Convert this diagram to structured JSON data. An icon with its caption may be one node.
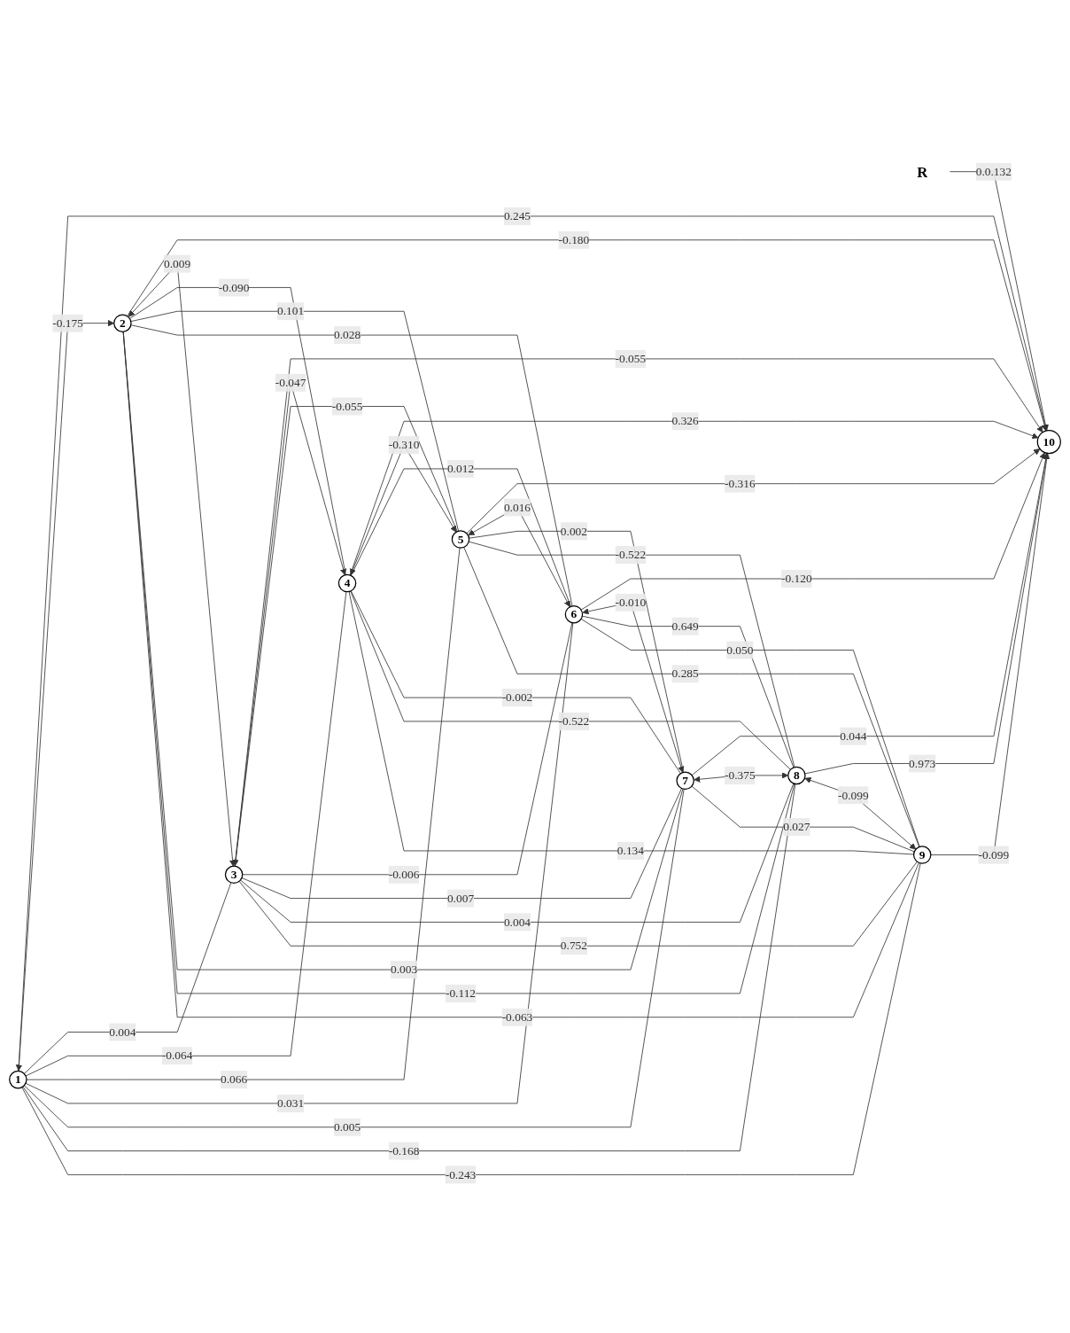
{
  "diagram": {
    "nodes": [
      {
        "text": [
          "10"
        ]
      },
      {
        "text": [
          "R"
        ]
      },
      {
        "text": [
          "1"
        ]
      },
      {
        "text": [
          "2"
        ]
      },
      {
        "text": [
          "3"
        ]
      },
      {
        "text": [
          "4"
        ]
      },
      {
        "text": [
          "5"
        ]
      },
      {
        "text": [
          "6"
        ]
      },
      {
        "text": [
          "7"
        ]
      },
      {
        "text": [
          "8"
        ]
      },
      {
        "text": [
          "9"
        ]
      }
    ],
    "edges": [
      {
        "from": 1,
        "to": 0,
        "arrow": "to",
        "label": "0.0.132"
      },
      {
        "from": 2,
        "to": 0,
        "arrow": "to",
        "label": "0.245"
      },
      {
        "from": 3,
        "to": 0,
        "arrow": "to",
        "label": "-0.180"
      },
      {
        "from": 4,
        "to": 0,
        "arrow": "to",
        "label": "-0.055"
      },
      {
        "from": 5,
        "to": 0,
        "arrow": "to",
        "label": "0.326"
      },
      {
        "from": 6,
        "to": 0,
        "arrow": "to",
        "label": "-0.316"
      },
      {
        "from": 7,
        "to": 0,
        "arrow": "to",
        "label": "-0.120"
      },
      {
        "from": 8,
        "to": 0,
        "arrow": "to",
        "label": "0.044"
      },
      {
        "from": 9,
        "to": 0,
        "arrow": "to",
        "label": "0.973"
      },
      {
        "from": 10,
        "to": 0,
        "arrow": "to",
        "label": "-0.099"
      },
      {
        "from": 2,
        "to": 3,
        "arrow": "both",
        "label": "-0.175"
      },
      {
        "from": 3,
        "to": 4,
        "arrow": "both",
        "label": "0.009"
      },
      {
        "from": 4,
        "to": 5,
        "arrow": "both",
        "label": "-0.047"
      },
      {
        "from": 5,
        "to": 6,
        "arrow": "both",
        "label": "-0.310"
      },
      {
        "from": 6,
        "to": 7,
        "arrow": "both",
        "label": "0.016"
      },
      {
        "from": 7,
        "to": 8,
        "arrow": "both",
        "label": "-0.010"
      },
      {
        "from": 8,
        "to": 9,
        "arrow": "both",
        "label": "-0.375"
      },
      {
        "from": 9,
        "to": 10,
        "arrow": "both",
        "label": "-0.099"
      },
      {
        "from": 2,
        "to": 4,
        "arrow": "none",
        "label": "0.004"
      },
      {
        "from": 3,
        "to": 5,
        "arrow": "none",
        "label": "-0.090"
      },
      {
        "from": 4,
        "to": 6,
        "arrow": "none",
        "label": "-0.055"
      },
      {
        "from": 5,
        "to": 7,
        "arrow": "none",
        "label": "0.012"
      },
      {
        "from": 6,
        "to": 8,
        "arrow": "none",
        "label": "0.002"
      },
      {
        "from": 7,
        "to": 9,
        "arrow": "none",
        "label": "0.649"
      },
      {
        "from": 8,
        "to": 10,
        "arrow": "none",
        "label": "0.027"
      },
      {
        "from": 2,
        "to": 5,
        "arrow": "none",
        "label": "-0.064"
      },
      {
        "from": 3,
        "to": 6,
        "arrow": "none",
        "label": "0.101"
      },
      {
        "from": 4,
        "to": 7,
        "arrow": "none",
        "label": "-0.006"
      },
      {
        "from": 5,
        "to": 8,
        "arrow": "none",
        "label": "-0.002"
      },
      {
        "from": 6,
        "to": 9,
        "arrow": "none",
        "label": "-0.522"
      },
      {
        "from": 7,
        "to": 10,
        "arrow": "none",
        "label": "0.050"
      },
      {
        "from": 2,
        "to": 6,
        "arrow": "none",
        "label": "0.066"
      },
      {
        "from": 3,
        "to": 7,
        "arrow": "none",
        "label": "0.028"
      },
      {
        "from": 4,
        "to": 8,
        "arrow": "none",
        "label": "0.007"
      },
      {
        "from": 5,
        "to": 9,
        "arrow": "none",
        "label": "-0.522"
      },
      {
        "from": 6,
        "to": 10,
        "arrow": "none",
        "label": "0.285"
      },
      {
        "from": 2,
        "to": 7,
        "arrow": "none",
        "label": "0.031"
      },
      {
        "from": 3,
        "to": 8,
        "arrow": "none",
        "label": "0.003"
      },
      {
        "from": 4,
        "to": 9,
        "arrow": "none",
        "label": "0.004"
      },
      {
        "from": 5,
        "to": 10,
        "arrow": "none",
        "label": "0.134"
      },
      {
        "from": 2,
        "to": 8,
        "arrow": "none",
        "label": "0.005"
      },
      {
        "from": 3,
        "to": 9,
        "arrow": "none",
        "label": "-0.112"
      },
      {
        "from": 4,
        "to": 10,
        "arrow": "none",
        "label": "0.752"
      },
      {
        "from": 2,
        "to": 9,
        "arrow": "none",
        "label": "-0.168"
      },
      {
        "from": 3,
        "to": 10,
        "arrow": "none",
        "label": "-0.063"
      },
      {
        "from": 2,
        "to": 10,
        "arrow": "none",
        "label": "-0.243"
      }
    ]
  }
}
